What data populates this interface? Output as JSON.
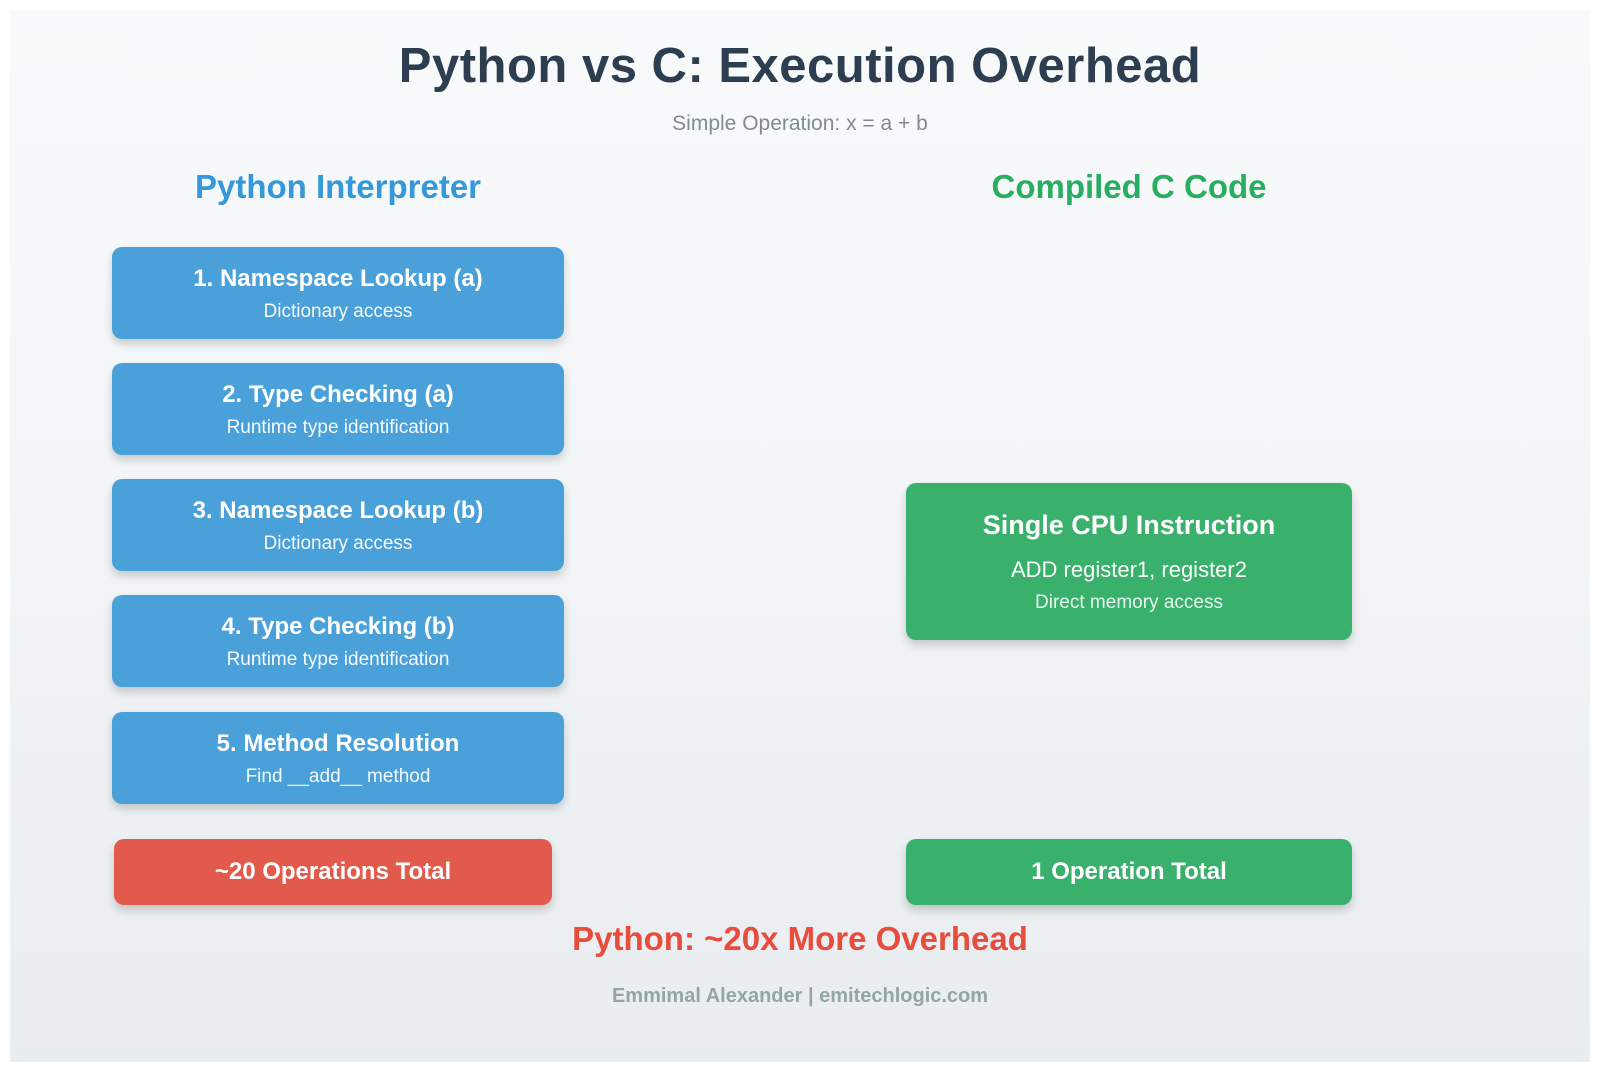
{
  "page": {
    "title": "Python vs C: Execution Overhead",
    "subtitle": "Simple Operation: x = a + b",
    "conclusion": "Python: ~20x More Overhead",
    "credit": "Emmimal Alexander | emitechlogic.com"
  },
  "colors": {
    "title_text": "#2c3e50",
    "subtitle_text": "#7f8c8d",
    "python_heading": "#3498db",
    "c_heading": "#27ae60",
    "python_step_box": "#4aa0d9",
    "python_total_box": "#e15a4c",
    "c_box": "#39b16d",
    "conclusion_text": "#e74c3c",
    "credit_text": "#95a5a6"
  },
  "python_column": {
    "heading": "Python Interpreter",
    "steps": [
      {
        "title": "1. Namespace Lookup (a)",
        "subtitle": "Dictionary access"
      },
      {
        "title": "2. Type Checking (a)",
        "subtitle": "Runtime type identification"
      },
      {
        "title": "3. Namespace Lookup (b)",
        "subtitle": "Dictionary access"
      },
      {
        "title": "4. Type Checking (b)",
        "subtitle": "Runtime type identification"
      },
      {
        "title": "5. Method Resolution",
        "subtitle": "Find __add__ method"
      }
    ],
    "total": "~20 Operations Total"
  },
  "c_column": {
    "heading": "Compiled C Code",
    "instruction": {
      "title": "Single CPU Instruction",
      "line1": "ADD register1, register2",
      "line2": "Direct memory access"
    },
    "total": "1 Operation Total"
  }
}
